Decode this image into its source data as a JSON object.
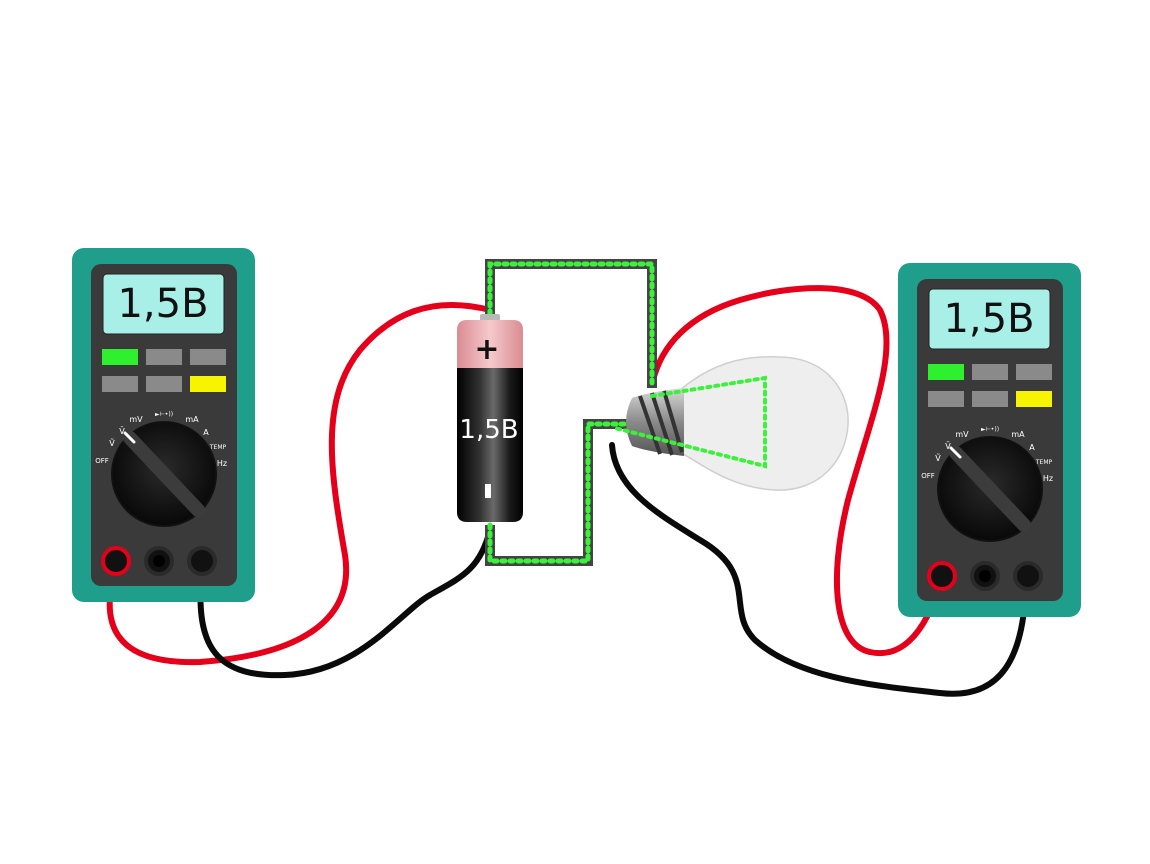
{
  "colors": {
    "meter_body": "#1f9e8c",
    "meter_face": "#3a3a3a",
    "lcd": "#a8efe8",
    "red_wire": "#e4001b",
    "black_wire": "#0a0a0a",
    "circuit_dots": "#3cf03c",
    "battery_top": "#f1b8bc",
    "battery_body": "#111111",
    "button_green": "#2ef02e",
    "button_yellow": "#f7f400",
    "button_gray": "#8a8a8a"
  },
  "left_meter": {
    "reading": "1,5B",
    "dial": {
      "off": "OFF",
      "v_ac": "Ṽ",
      "v_dc": "V̄",
      "mv": "mV",
      "diode": "►⊢•))",
      "ma": "mA",
      "a": "A",
      "temp": "TEMP",
      "hz": "Hz"
    }
  },
  "right_meter": {
    "reading": "1,5B",
    "dial": {
      "off": "OFF",
      "v_ac": "Ṽ",
      "v_dc": "V̄",
      "mv": "mV",
      "diode": "►⊢•))",
      "ma": "mA",
      "a": "A",
      "temp": "TEMP",
      "hz": "Hz"
    }
  },
  "battery": {
    "plus": "+",
    "minus": "-",
    "voltage": "1,5B"
  },
  "icons": [
    "multimeter-icon",
    "battery-icon",
    "light-bulb-icon"
  ]
}
